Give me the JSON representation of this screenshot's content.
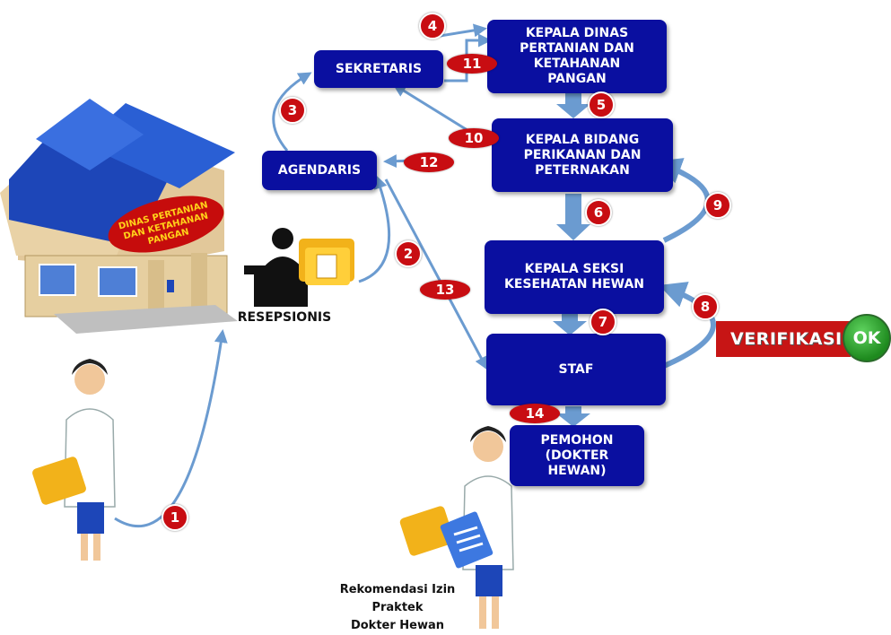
{
  "building_sign": "DINAS PERTANIAN\nDAN KETAHANAN\nPANGAN",
  "receptionist_label": "RESEPSIONIS",
  "nodes": {
    "sekretaris": "SEKRETARIS",
    "kepala_dinas": "KEPALA DINAS\nPERTANIAN DAN\nKETAHANAN\nPANGAN",
    "agendaris": "AGENDARIS",
    "kepala_bidang": "KEPALA BIDANG\nPERIKANAN DAN\nPETERNAKAN",
    "kepala_seksi": "KEPALA SEKSI\nKESEHATAN HEWAN",
    "staf": "STAF",
    "pemohon": "PEMOHON\n(DOKTER\nHEWAN)"
  },
  "steps": [
    "1",
    "2",
    "3",
    "4",
    "5",
    "6",
    "7",
    "8",
    "9",
    "10",
    "11",
    "12",
    "13",
    "14"
  ],
  "verifikasi": "VERIFIKASI",
  "ok": "OK",
  "caption": "Rekomendasi Izin Praktek\nDokter Hewan",
  "colors": {
    "box": "#0a0fa0",
    "badge": "#c80d12",
    "arrow": "#6b9bd0",
    "roof": "#1d46b8"
  }
}
